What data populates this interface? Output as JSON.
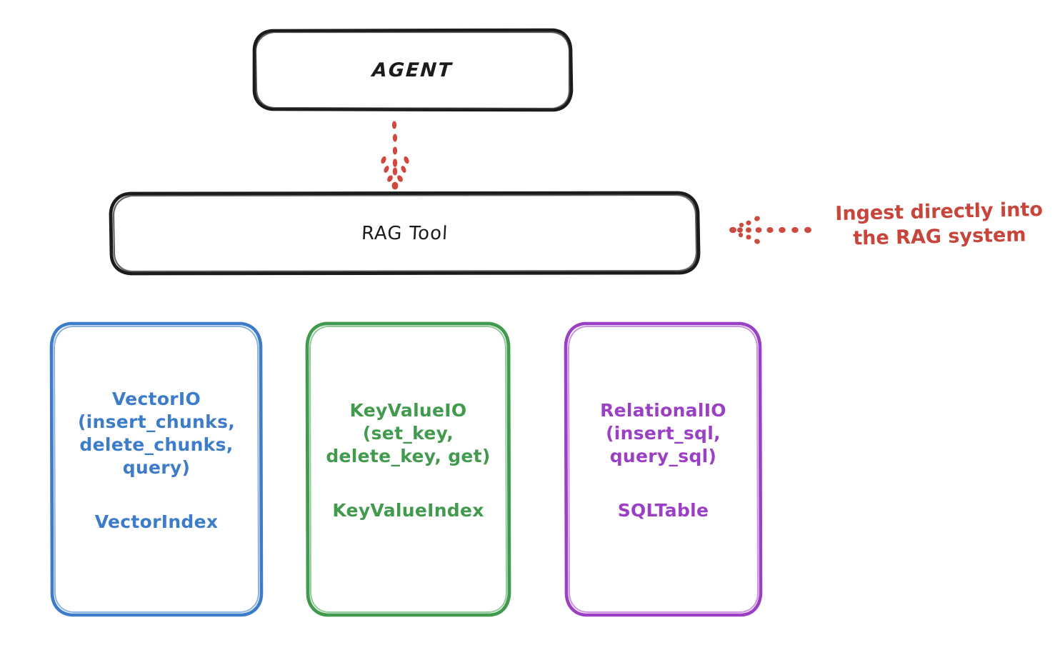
{
  "diagram": {
    "title_node": {
      "label": "AGENT"
    },
    "tool_node": {
      "label": "RAG Tool"
    },
    "annotation": {
      "text": "Ingest directly into\nthe RAG system",
      "color": "#c8453c"
    },
    "connectors": [
      {
        "name": "agent-to-rag",
        "style": "dotted-arrow",
        "direction": "down",
        "color": "#c8453c"
      },
      {
        "name": "ingest-to-rag",
        "style": "dotted-arrow",
        "direction": "left",
        "color": "#c8453c"
      }
    ],
    "providers": [
      {
        "id": "vector",
        "api": "VectorIO\n(insert_chunks,\ndelete_chunks,\nquery)",
        "index": "VectorIndex",
        "color": "#3d7cc9"
      },
      {
        "id": "keyvalue",
        "api": "KeyValueIO\n(set_key,\ndelete_key, get)",
        "index": "KeyValueIndex",
        "color": "#419a4d"
      },
      {
        "id": "relational",
        "api": "RelationalIO\n(insert_sql,\nquery_sql)",
        "index": "SQLTable",
        "color": "#9b3fc4"
      }
    ]
  }
}
